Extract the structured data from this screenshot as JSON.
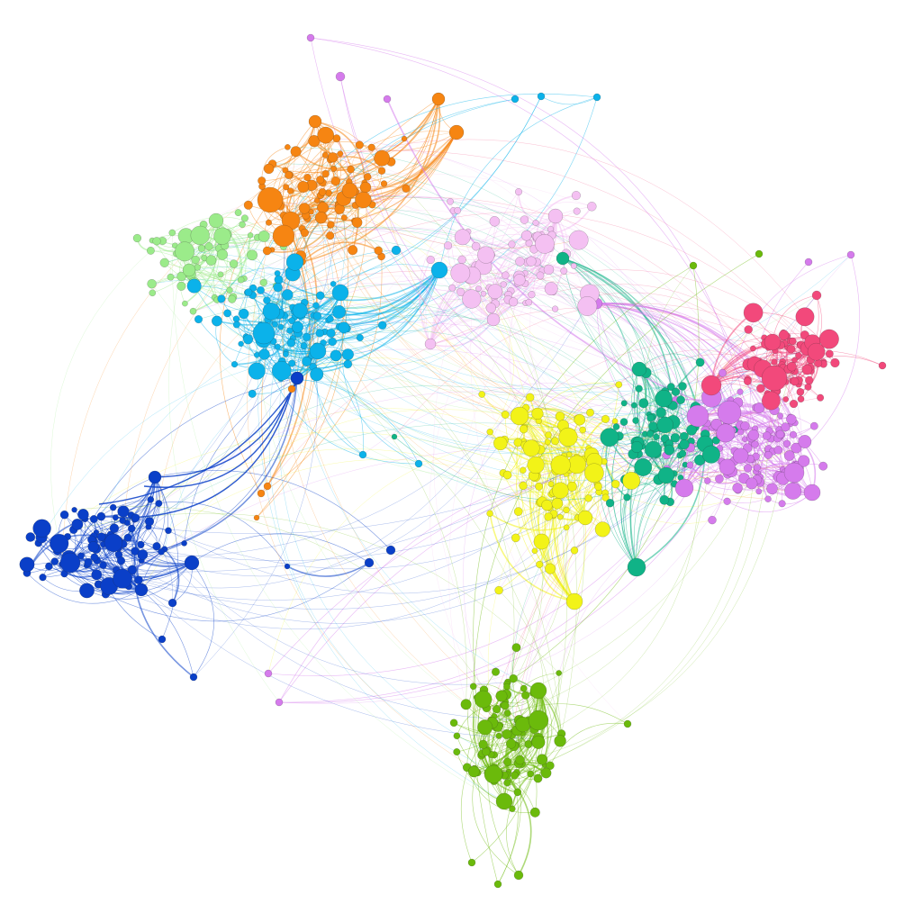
{
  "graph": {
    "background": "#ffffff",
    "edge_style": "curved",
    "node_outline": "#222222",
    "communities": [
      {
        "id": "orange",
        "color": "#F68512",
        "region": "top-left"
      },
      {
        "id": "light-green",
        "color": "#9BEB8A",
        "region": "top-left"
      },
      {
        "id": "cyan",
        "color": "#0BB2EA",
        "region": "upper-left"
      },
      {
        "id": "dark-blue",
        "color": "#0A3FC8",
        "region": "left"
      },
      {
        "id": "pink-lilac",
        "color": "#F4C0F2",
        "region": "upper-center"
      },
      {
        "id": "yellow",
        "color": "#F2F318",
        "region": "center"
      },
      {
        "id": "teal",
        "color": "#10B387",
        "region": "center-right"
      },
      {
        "id": "violet",
        "color": "#D57BEC",
        "region": "right"
      },
      {
        "id": "magenta-red",
        "color": "#F2497B",
        "region": "far-right"
      },
      {
        "id": "lime-green",
        "color": "#6BBA0B",
        "region": "bottom-center"
      }
    ]
  }
}
